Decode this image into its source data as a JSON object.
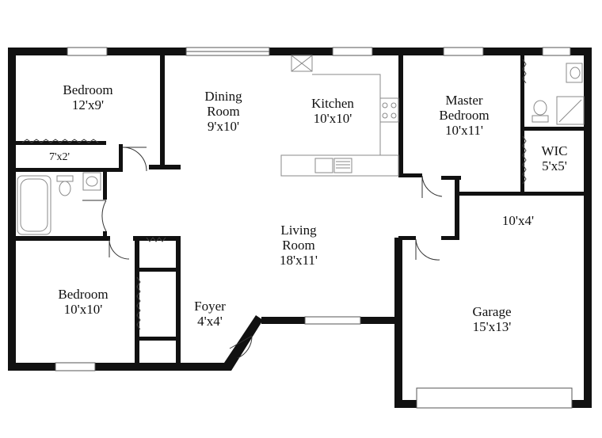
{
  "rooms": {
    "bedroom_nw": {
      "name": "Bedroom",
      "size": "12'x9'"
    },
    "closet_nw": {
      "size": "7'x2'"
    },
    "dining": {
      "name_line1": "Dining",
      "name_line2": "Room",
      "size": "9'x10'"
    },
    "kitchen": {
      "name": "Kitchen",
      "size": "10'x10'"
    },
    "master": {
      "name_line1": "Master",
      "name_line2": "Bedroom",
      "size": "10'x11'"
    },
    "wic": {
      "name": "WIC",
      "size": "5'x5'"
    },
    "hall": {
      "size": "10'x4'"
    },
    "living": {
      "name_line1": "Living",
      "name_line2": "Room",
      "size": "18'x11'"
    },
    "bedroom_sw": {
      "name": "Bedroom",
      "size": "10'x10'"
    },
    "foyer": {
      "name": "Foyer",
      "size": "4'x4'"
    },
    "garage": {
      "name": "Garage",
      "size": "15'x13'"
    }
  },
  "colors": {
    "wall": "#111111",
    "fixture": "#8a8a8a",
    "window": "#555555",
    "floor": "#ffffff"
  }
}
